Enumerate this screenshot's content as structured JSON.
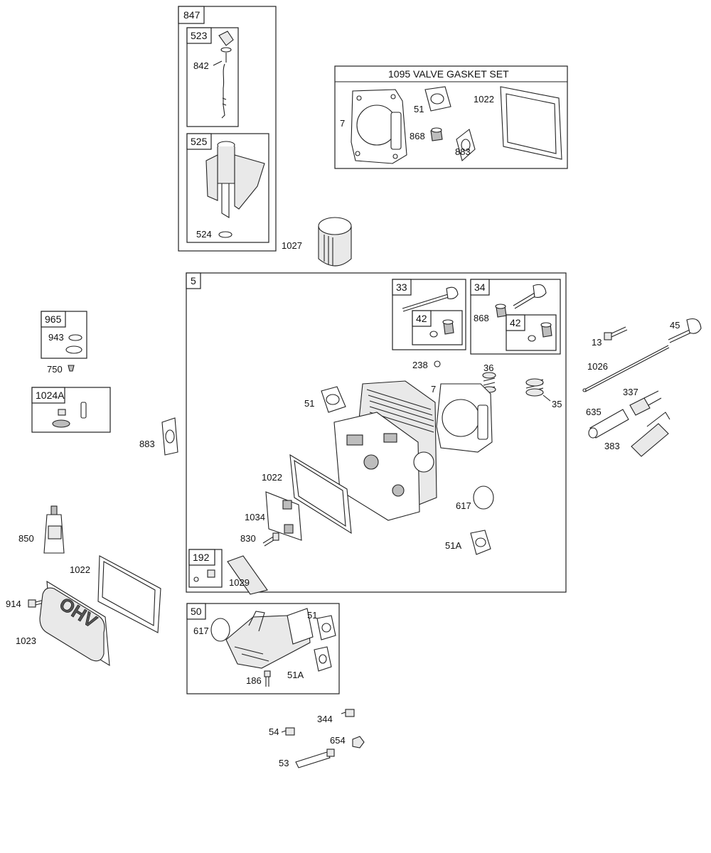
{
  "labels": {
    "box_847": "847",
    "box_523": "523",
    "box_525": "525",
    "l_842": "842",
    "l_524": "524",
    "valve_gasket_set_title": "1095 VALVE GASKET SET",
    "vg_7": "7",
    "vg_51": "51",
    "vg_868": "868",
    "vg_1022": "1022",
    "vg_883": "883",
    "l_1027": "1027",
    "box_5": "5",
    "box_33": "33",
    "box_42a": "42",
    "box_34": "34",
    "box_42b": "42",
    "l_868b": "868",
    "l_238": "238",
    "l_36": "36",
    "l_7b": "7",
    "l_51b": "51",
    "l_35": "35",
    "l_1022b": "1022",
    "l_1034": "1034",
    "l_830": "830",
    "l_617": "617",
    "l_51A": "51A",
    "box_192": "192",
    "l_1029": "1029",
    "box_965": "965",
    "l_943": "943",
    "l_750": "750",
    "box_1024A": "1024A",
    "l_883b": "883",
    "l_13": "13",
    "l_45": "45",
    "l_1026": "1026",
    "l_337": "337",
    "l_635": "635",
    "l_383": "383",
    "l_850": "850",
    "l_1022c": "1022",
    "l_914": "914",
    "l_1023": "1023",
    "box_50": "50",
    "l_617b": "617",
    "l_51c": "51",
    "l_51Ab": "51A",
    "l_186": "186",
    "l_344": "344",
    "l_54": "54",
    "l_654": "654",
    "l_53": "53"
  },
  "cover_text": "OHV",
  "colors": {
    "line": "#222222",
    "shade": "#bdbdbd",
    "light": "#e9e9e9"
  }
}
